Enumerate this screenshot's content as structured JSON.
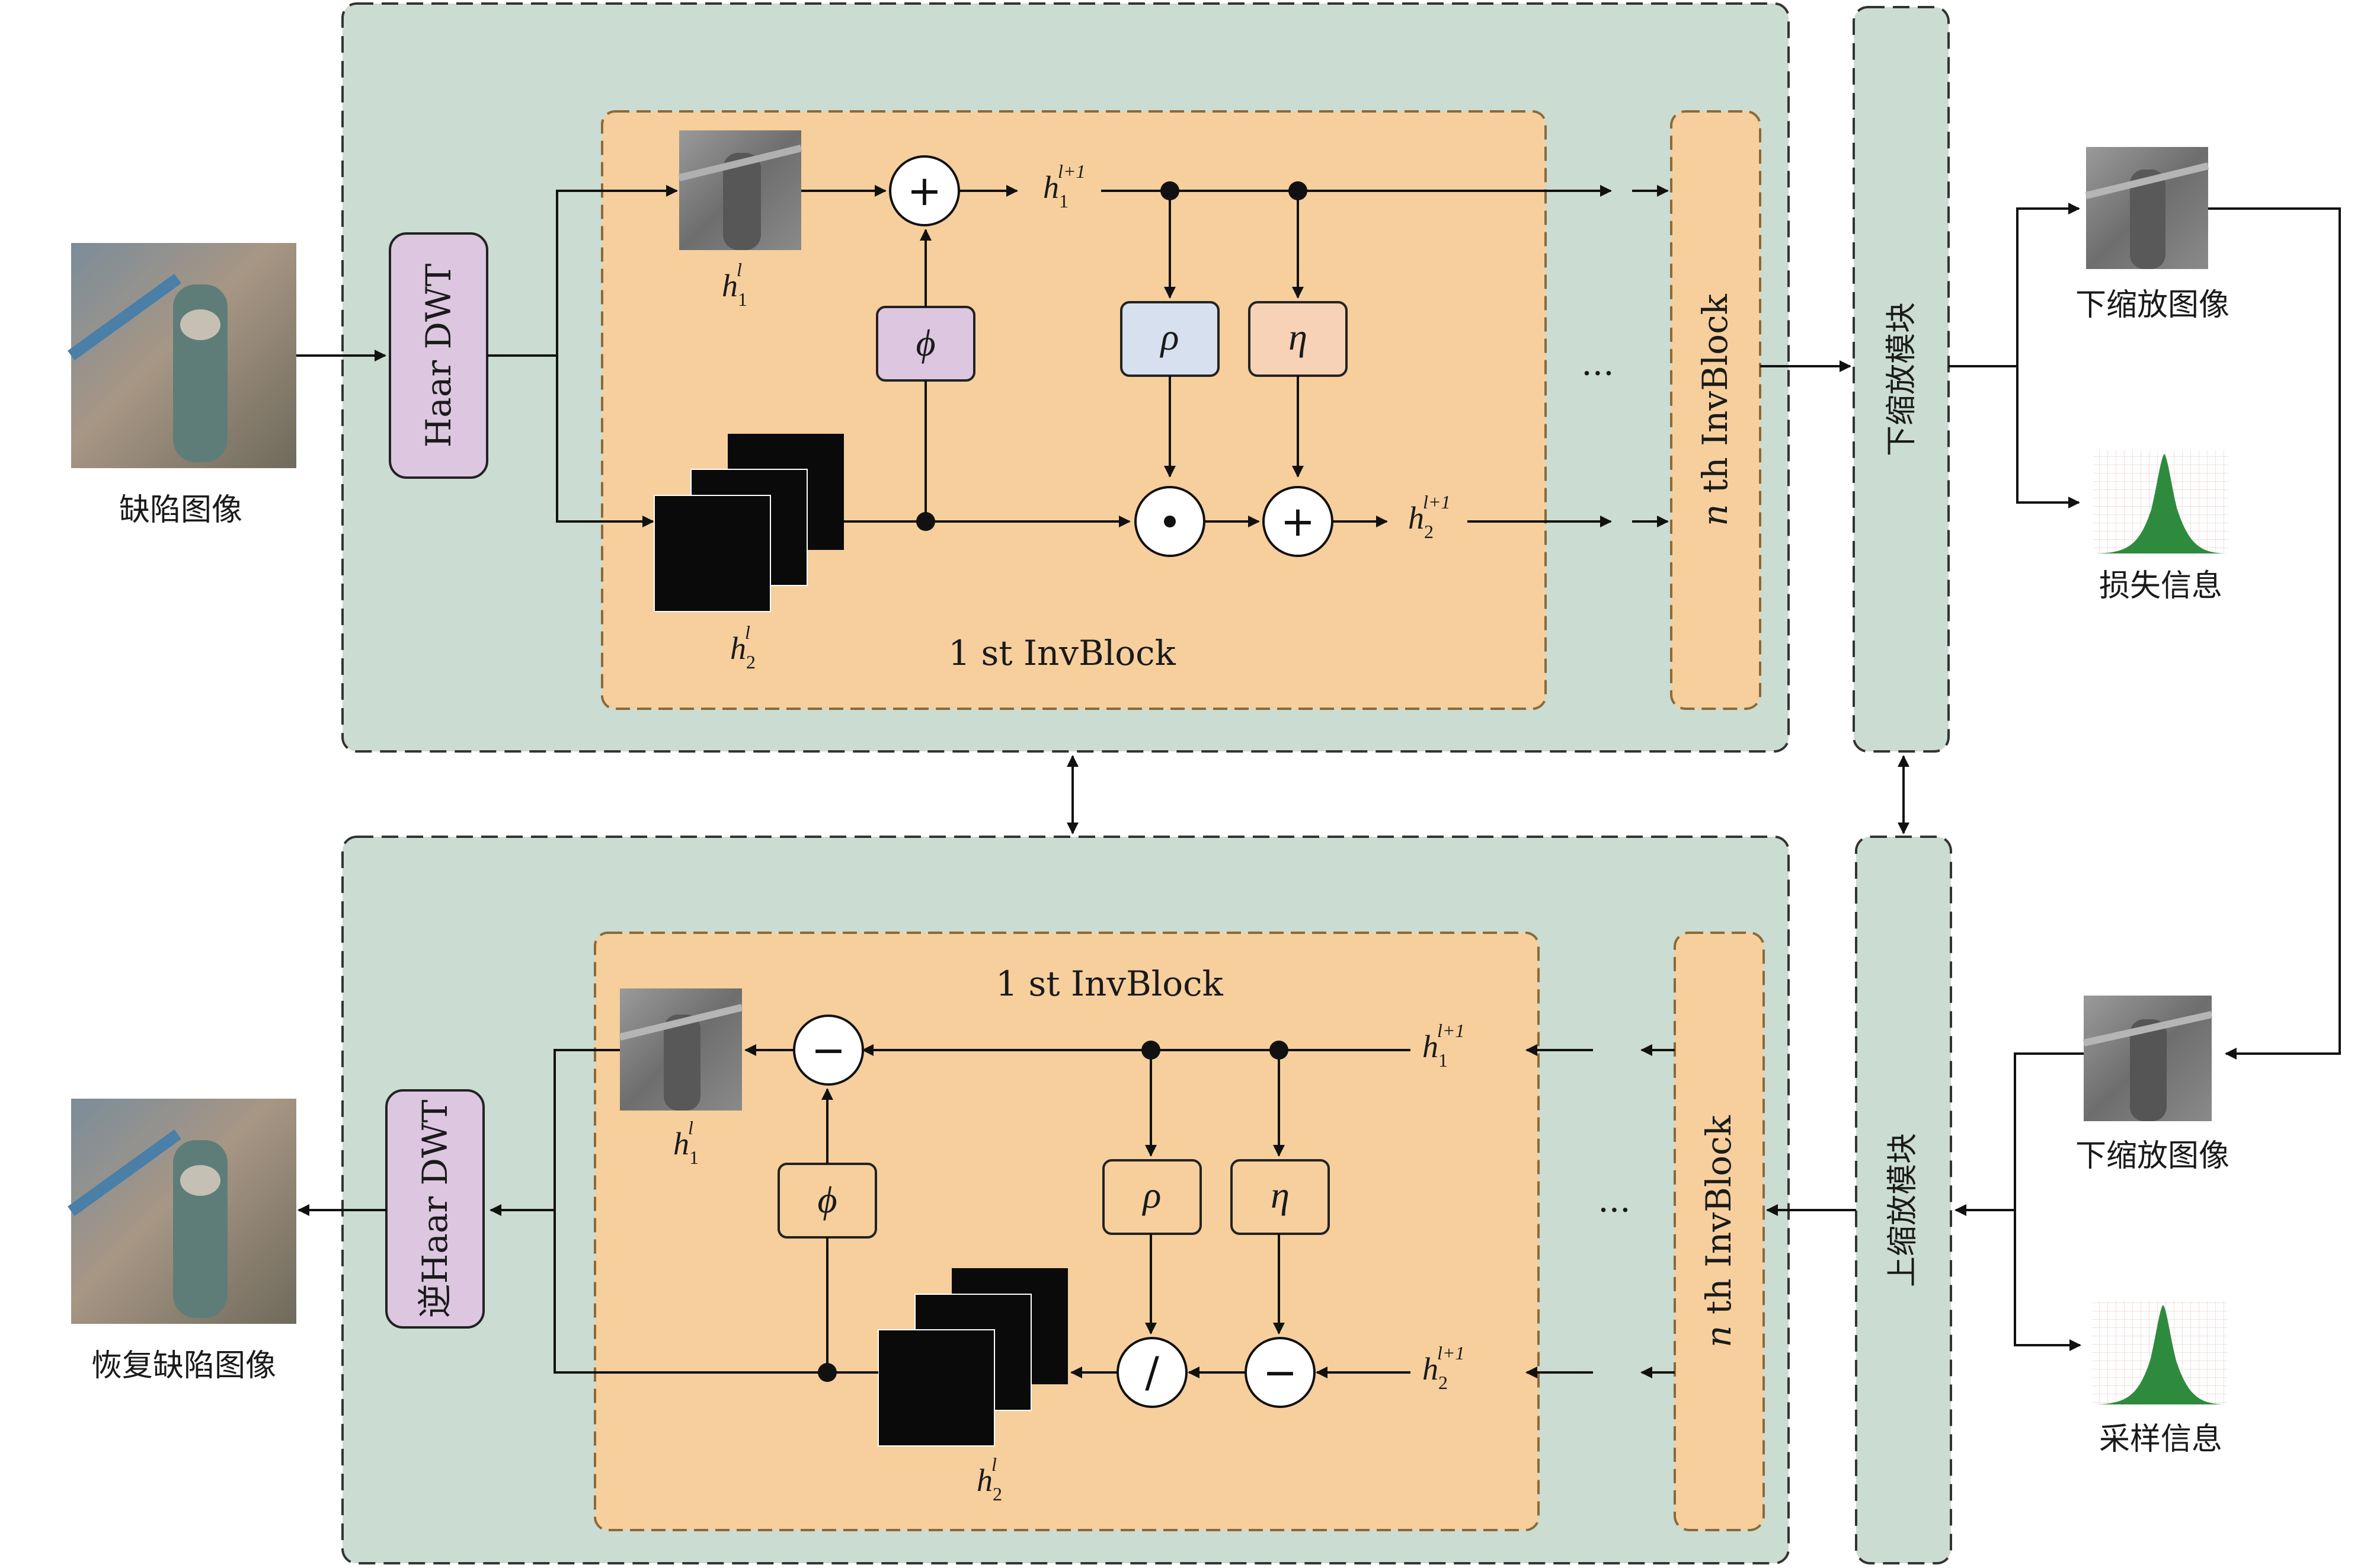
{
  "labels": {
    "input_image": "缺陷图像",
    "output_image": "恢复缺陷图像",
    "haar_dwt": "Haar DWT",
    "inverse_haar_dwt": "逆Haar DWT",
    "first_invblock": "1 st InvBlock",
    "nth_invblock_n": "n",
    "nth_invblock": " th InvBlock",
    "downscale_module": "下缩放模块",
    "upscale_module": "上缩放模块",
    "downscaled_image_top": "下缩放图像",
    "lost_info": "损失信息",
    "downscaled_image_bottom": "下缩放图像",
    "sampled_info": "采样信息",
    "ellipsis": "···"
  },
  "symbols": {
    "phi": "ϕ",
    "rho": "ρ",
    "eta": "η",
    "h": "h",
    "sub1": "1",
    "sub2": "2",
    "sup_l": "l",
    "sup_l1": "l+1",
    "plus": "+",
    "dot": "·",
    "minus": "−",
    "divide": "/"
  },
  "colors": {
    "outer_panel": "#cbdcd2",
    "inner_block": "#f6cf9d",
    "haar_box": "#dcc6e0",
    "phi_box": "#dcc6e0",
    "rho_box": "#d6e0ee",
    "eta_box": "#f8d2b6",
    "dist_green": "#2e8b3e"
  }
}
